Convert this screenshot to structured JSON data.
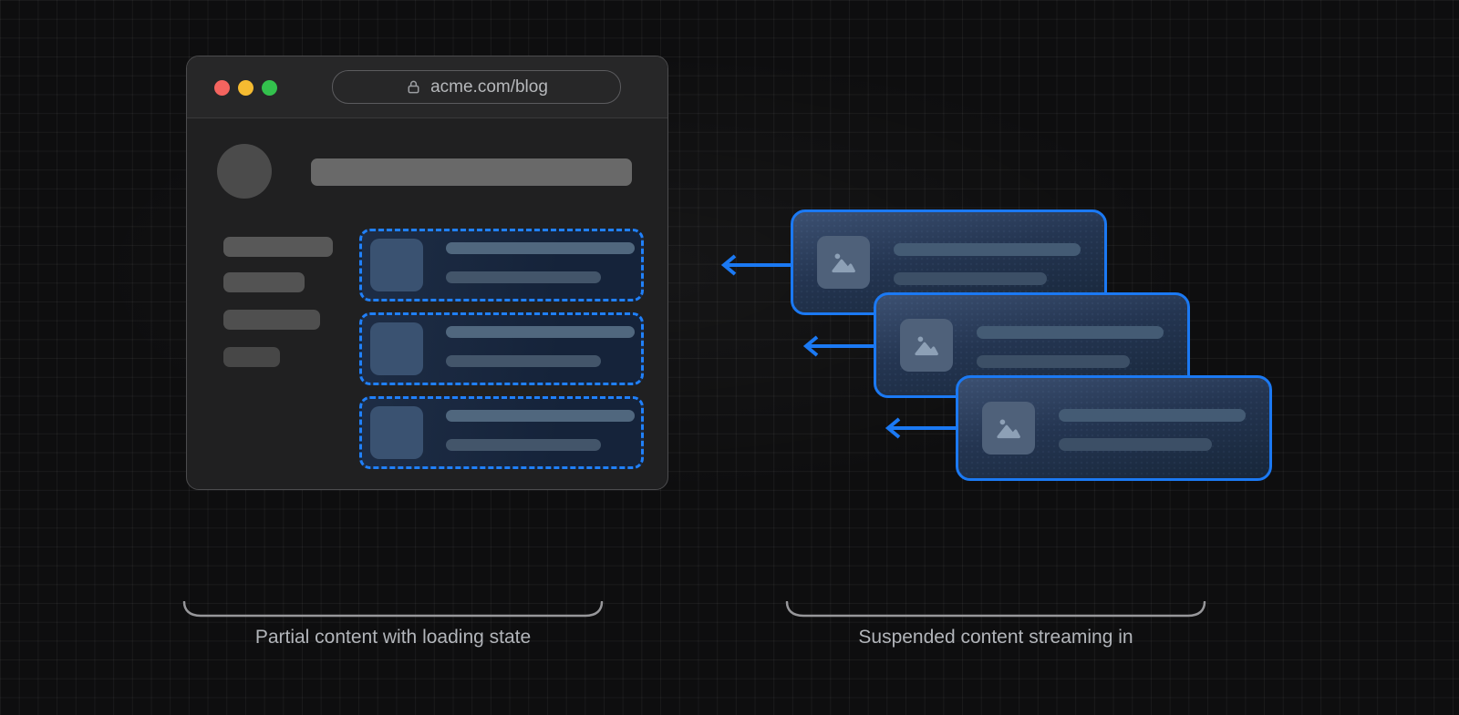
{
  "browser": {
    "url": "acme.com/blog",
    "window_controls": [
      "close",
      "minimize",
      "zoom"
    ]
  },
  "captions": {
    "left": "Partial content with loading state",
    "right": "Suspended content streaming in"
  },
  "icons": {
    "lock": "lock-icon",
    "image_placeholder": "image-icon",
    "arrow": "arrow-left-icon"
  },
  "colors": {
    "accent_blue": "#1b79f3",
    "dashed_border_blue": "#2080fa",
    "traffic_red": "#f4645f",
    "traffic_yellow": "#f5bb31",
    "traffic_green": "#33c14d",
    "background": "#0e0e0f",
    "grid_line": "rgba(255,255,255,0.05)",
    "caption_text": "#b2b5ba"
  },
  "left_panel": {
    "sidebar_skeleton_count": 4,
    "loading_card_count": 3
  },
  "right_panel": {
    "streaming_card_count": 3,
    "arrow_count": 3
  }
}
